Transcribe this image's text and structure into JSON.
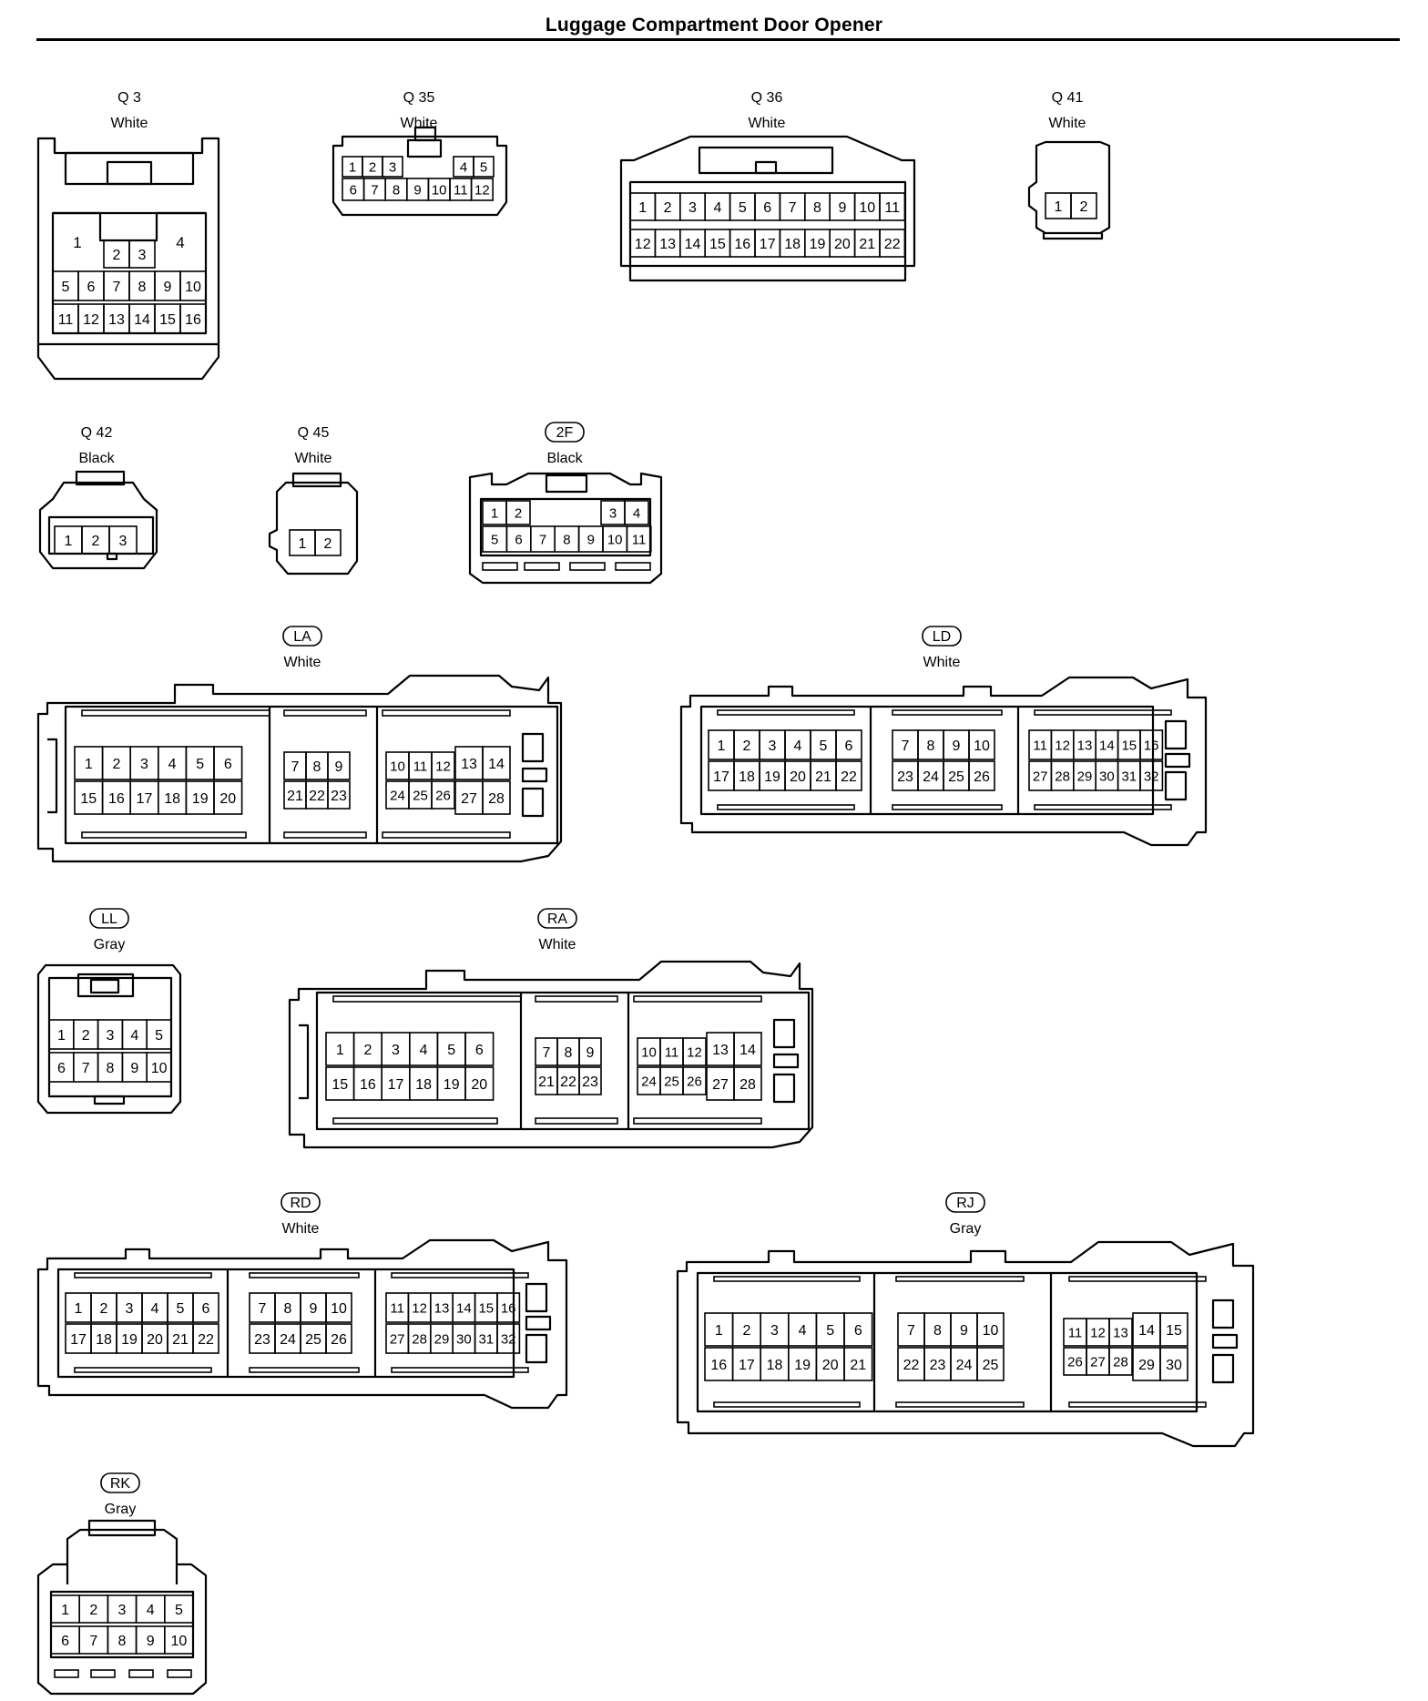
{
  "title": "Luggage Compartment Door Opener",
  "connectors": [
    {
      "code": "Q 3",
      "color": "White",
      "boxed": false,
      "pins": [
        "1",
        "2",
        "3",
        "4",
        "5",
        "6",
        "7",
        "8",
        "9",
        "10",
        "11",
        "12",
        "13",
        "14",
        "15",
        "16"
      ]
    },
    {
      "code": "Q 35",
      "color": "White",
      "boxed": false,
      "pins": [
        "1",
        "2",
        "3",
        "4",
        "5",
        "6",
        "7",
        "8",
        "9",
        "10",
        "11",
        "12"
      ]
    },
    {
      "code": "Q 36",
      "color": "White",
      "boxed": false,
      "pins": [
        "1",
        "2",
        "3",
        "4",
        "5",
        "6",
        "7",
        "8",
        "9",
        "10",
        "11",
        "12",
        "13",
        "14",
        "15",
        "16",
        "17",
        "18",
        "19",
        "20",
        "21",
        "22"
      ]
    },
    {
      "code": "Q 41",
      "color": "White",
      "boxed": false,
      "pins": [
        "1",
        "2"
      ]
    },
    {
      "code": "Q 42",
      "color": "Black",
      "boxed": false,
      "pins": [
        "1",
        "2",
        "3"
      ]
    },
    {
      "code": "Q 45",
      "color": "White",
      "boxed": false,
      "pins": [
        "1",
        "2"
      ]
    },
    {
      "code": "2F",
      "color": "Black",
      "boxed": true,
      "pins": [
        "1",
        "2",
        "3",
        "4",
        "5",
        "6",
        "7",
        "8",
        "9",
        "10",
        "11"
      ]
    },
    {
      "code": "LA",
      "color": "White",
      "boxed": true,
      "pins": [
        "1",
        "2",
        "3",
        "4",
        "5",
        "6",
        "7",
        "8",
        "9",
        "10",
        "11",
        "12",
        "13",
        "14",
        "15",
        "16",
        "17",
        "18",
        "19",
        "20",
        "21",
        "22",
        "23",
        "24",
        "25",
        "26",
        "27",
        "28"
      ]
    },
    {
      "code": "LD",
      "color": "White",
      "boxed": true,
      "pins": [
        "1",
        "2",
        "3",
        "4",
        "5",
        "6",
        "7",
        "8",
        "9",
        "10",
        "11",
        "12",
        "13",
        "14",
        "15",
        "16",
        "17",
        "18",
        "19",
        "20",
        "21",
        "22",
        "23",
        "24",
        "25",
        "26",
        "27",
        "28",
        "29",
        "30",
        "31",
        "32"
      ]
    },
    {
      "code": "LL",
      "color": "Gray",
      "boxed": true,
      "pins": [
        "1",
        "2",
        "3",
        "4",
        "5",
        "6",
        "7",
        "8",
        "9",
        "10"
      ]
    },
    {
      "code": "RA",
      "color": "White",
      "boxed": true,
      "pins": [
        "1",
        "2",
        "3",
        "4",
        "5",
        "6",
        "7",
        "8",
        "9",
        "10",
        "11",
        "12",
        "13",
        "14",
        "15",
        "16",
        "17",
        "18",
        "19",
        "20",
        "21",
        "22",
        "23",
        "24",
        "25",
        "26",
        "27",
        "28"
      ]
    },
    {
      "code": "RD",
      "color": "White",
      "boxed": true,
      "pins": [
        "1",
        "2",
        "3",
        "4",
        "5",
        "6",
        "7",
        "8",
        "9",
        "10",
        "11",
        "12",
        "13",
        "14",
        "15",
        "16",
        "17",
        "18",
        "19",
        "20",
        "21",
        "22",
        "23",
        "24",
        "25",
        "26",
        "27",
        "28",
        "29",
        "30",
        "31",
        "32"
      ]
    },
    {
      "code": "RJ",
      "color": "Gray",
      "boxed": true,
      "pins": [
        "1",
        "2",
        "3",
        "4",
        "5",
        "6",
        "7",
        "8",
        "9",
        "10",
        "11",
        "12",
        "13",
        "14",
        "15",
        "16",
        "17",
        "18",
        "19",
        "20",
        "21",
        "22",
        "23",
        "24",
        "25",
        "26",
        "27",
        "28",
        "29",
        "30"
      ]
    },
    {
      "code": "RK",
      "color": "Gray",
      "boxed": true,
      "pins": [
        "1",
        "2",
        "3",
        "4",
        "5",
        "6",
        "7",
        "8",
        "9",
        "10"
      ]
    }
  ]
}
